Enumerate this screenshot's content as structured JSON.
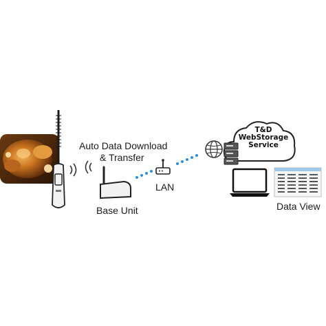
{
  "photo": {
    "subject": "roast-turkey"
  },
  "labels": {
    "auto_download_line1": "Auto Data Download",
    "auto_download_line2": "& Transfer",
    "base_unit": "Base Unit",
    "lan": "LAN",
    "data_view": "Data View"
  },
  "cloud": {
    "line1": "T&D",
    "line2": "WebStorage",
    "line3": "Service"
  },
  "colors": {
    "link_dots": "#2f8fd6",
    "device_body": "#f2f2f2",
    "device_outline": "#222222",
    "probe": "#1c1c1c",
    "screen": "#111111",
    "table_header": "#9ec9ec"
  },
  "icons": [
    "wireless-signal-icon",
    "router-icon",
    "globe-icon",
    "server-icon",
    "cloud-icon",
    "laptop-icon",
    "data-table-icon"
  ]
}
